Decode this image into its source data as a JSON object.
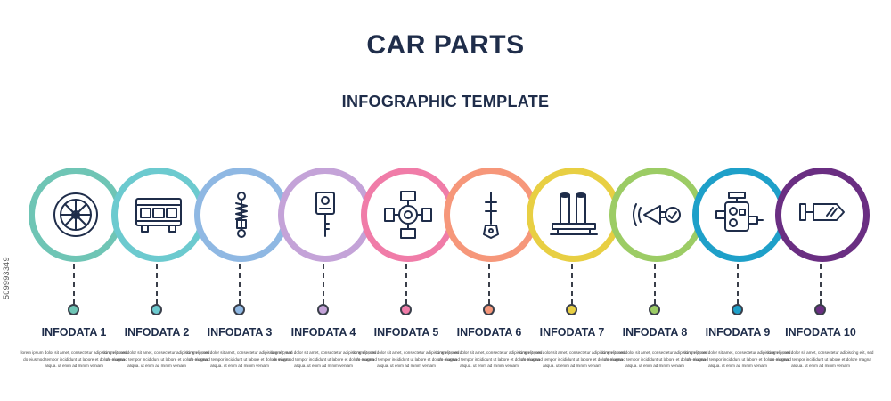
{
  "header": {
    "title": "CAR PARTS",
    "subtitle": "INFOGRAPHIC TEMPLATE",
    "side_id": "509993349"
  },
  "steps": [
    {
      "label": "INFODATA 1",
      "icon": "wheel-icon",
      "color": "#6fc5b5",
      "dot_color": "#6fc5b5"
    },
    {
      "label": "INFODATA 2",
      "icon": "bus-front-icon",
      "color": "#6ccacf",
      "dot_color": "#6ccacf"
    },
    {
      "label": "INFODATA 3",
      "icon": "shock-absorber-icon",
      "color": "#8fb8e3",
      "dot_color": "#8fb8e3"
    },
    {
      "label": "INFODATA 4",
      "icon": "car-key-icon",
      "color": "#c4a3d8",
      "dot_color": "#c4a3d8"
    },
    {
      "label": "INFODATA 5",
      "icon": "chassis-icon",
      "color": "#f07ca8",
      "dot_color": "#f07ca8"
    },
    {
      "label": "INFODATA 6",
      "icon": "gear-stick-icon",
      "color": "#f6977a",
      "dot_color": "#f6977a"
    },
    {
      "label": "INFODATA 7",
      "icon": "exhaust-pipes-icon",
      "color": "#e8cf43",
      "dot_color": "#e8cf43"
    },
    {
      "label": "INFODATA 8",
      "icon": "horn-icon",
      "color": "#9ccc65",
      "dot_color": "#9ccc65"
    },
    {
      "label": "INFODATA 9",
      "icon": "engine-icon",
      "color": "#1ea0c9",
      "dot_color": "#1ea0c9"
    },
    {
      "label": "INFODATA 10",
      "icon": "side-mirror-icon",
      "color": "#6a2e82",
      "dot_color": "#6a2e82"
    }
  ],
  "step_description": "lorem ipsum dolor sit amet, consectetur adipiscing elit, sed do eiusmod tempor incididunt ut labore et dolore magna aliqua. ut enim ad minim veniam"
}
